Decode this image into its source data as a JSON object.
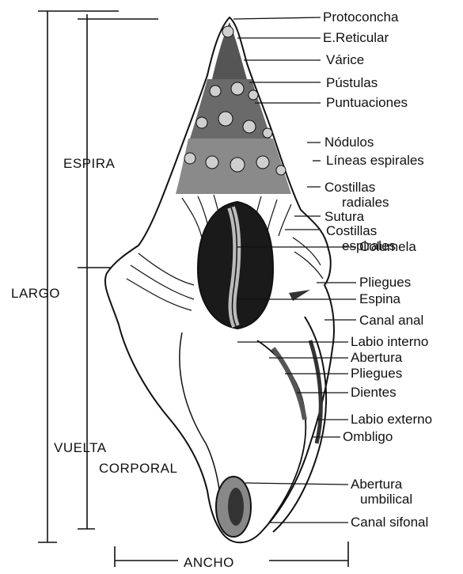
{
  "diagram": {
    "labels": {
      "protoconcha": "Protoconcha",
      "e_reticular": "E.Reticular",
      "varice": "Várice",
      "pustulas": "Pústulas",
      "puntuaciones": "Puntuaciones",
      "nodulos": "Nódulos",
      "lineas_espirales": "Líneas espirales",
      "costillas_radiales_1": "Costillas",
      "costillas_radiales_2": "radiales",
      "sutura": "Sutura",
      "costillas_espirales_1": "Costillas",
      "costillas_espirales_2": "espirales",
      "columela": "Columela",
      "pliegues_1": "Pliegues",
      "espina": "Espina",
      "canal_anal": "Canal anal",
      "labio_interno": "Labio interno",
      "abertura": "Abertura",
      "pliegues_2": "Pliegues",
      "dientes": "Dientes",
      "labio_externo": "Labio externo",
      "ombligo": "Ombligo",
      "abertura_umbilical_1": "Abertura",
      "abertura_umbilical_2": "umbilical",
      "canal_sifonal": "Canal sifonal"
    },
    "dimensions": {
      "espira": "ESPIRA",
      "largo": "LARGO",
      "vuelta": "VUELTA",
      "corporal": "CORPORAL",
      "ancho": "ANCHO"
    }
  }
}
